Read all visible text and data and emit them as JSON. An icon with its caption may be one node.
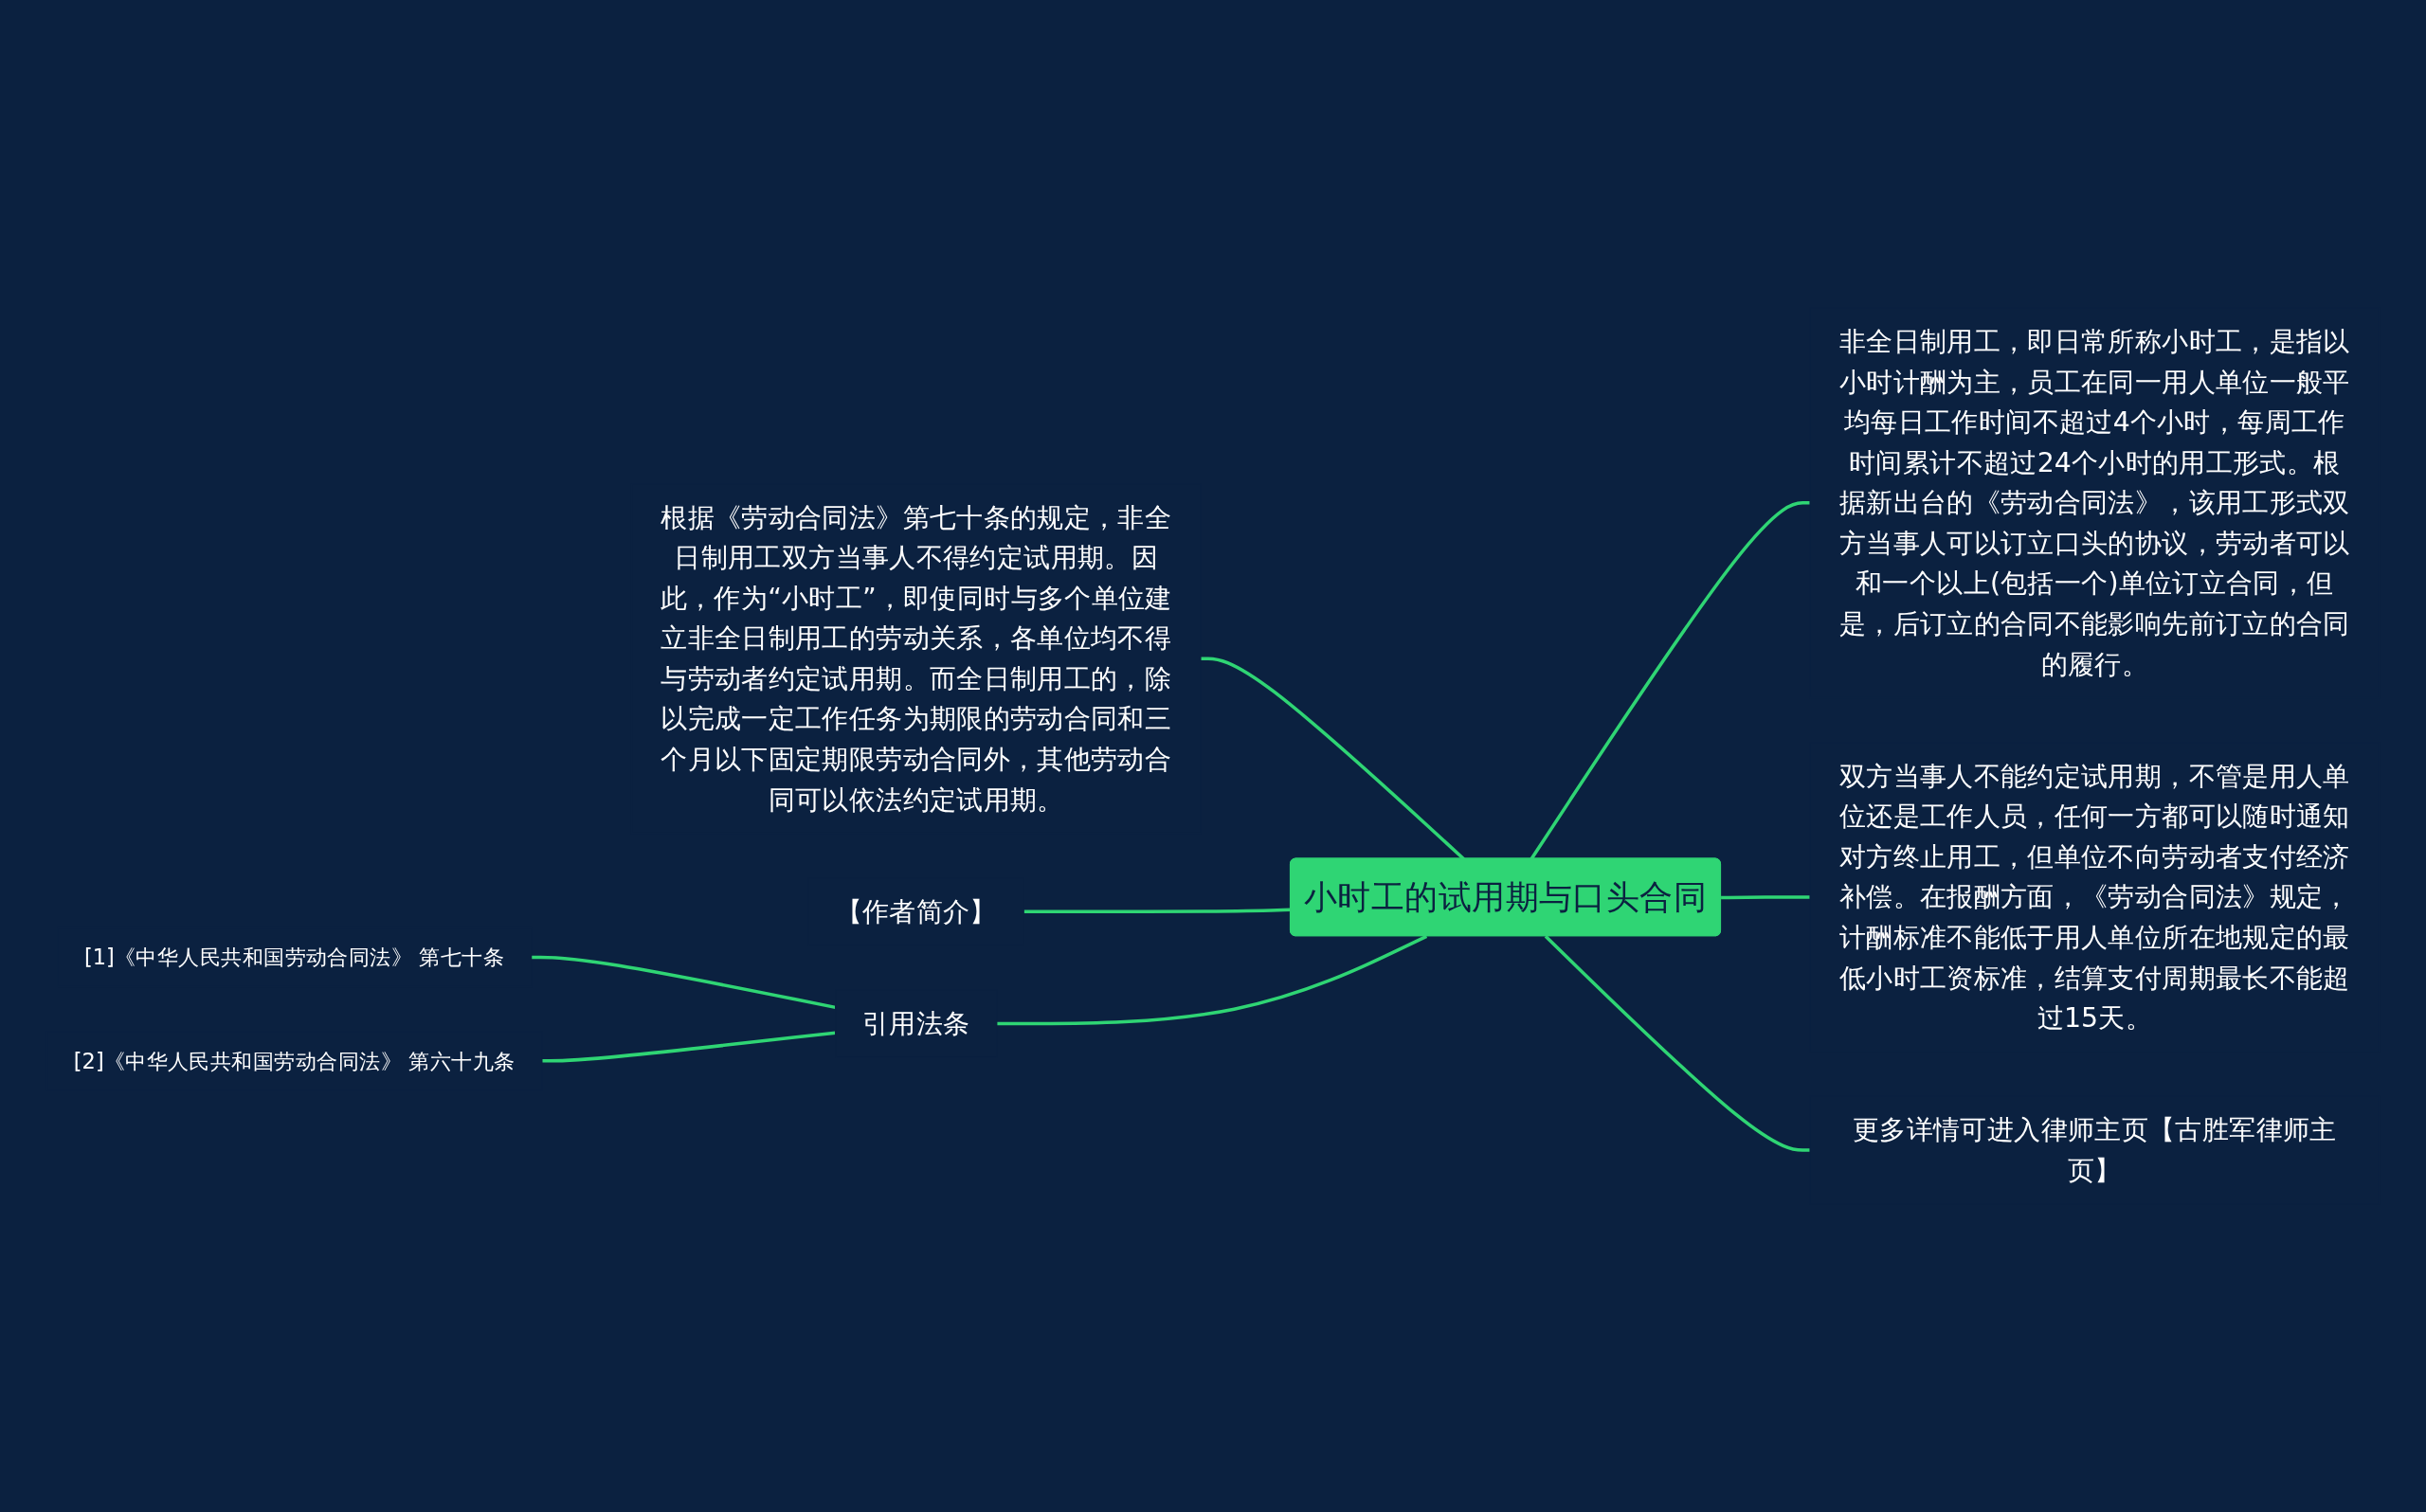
{
  "diagram": {
    "nodes": [
      {
        "text": [
          "小时工的试用期与口头合同"
        ]
      },
      {
        "text": [
          "根据《劳动合同法》第七十条的规定，非全日制用工双方当事人不得约定试用期。因此，作为“小时工”，即使同时与多个单位建立非全日制用工的劳动关系，各单位均不得与劳动者约定试用期。而全日制用工的，除以完成一定工作任务为期限的劳动合同和三个月以下固定期限劳动合同外，其他劳动合同可以依法约定试用期。"
        ]
      },
      {
        "text": [
          "【作者简介】"
        ]
      },
      {
        "text": [
          "引用法条"
        ]
      },
      {
        "text": [
          "[1]《中华人民共和国劳动合同法》 第七十条"
        ]
      },
      {
        "text": [
          "[2]《中华人民共和国劳动合同法》 第六十九条"
        ]
      },
      {
        "text": [
          "非全日制用工，即日常所称小时工，是指以小时计酬为主，员工在同一用人单位一般平均每日工作时间不超过4个小时，每周工作时间累计不超过24个小时的用工形式。根据新出台的《劳动合同法》，该用工形式双方当事人可以订立口头的协议，劳动者可以和一个以上(包括一个)单位订立合同，但是，后订立的合同不能影响先前订立的合同的履行。"
        ]
      },
      {
        "text": [
          "双方当事人不能约定试用期，不管是用人单位还是工作人员，任何一方都可以随时通知对方终止用工，但单位不向劳动者支付经济补偿。在报酬方面，《劳动合同法》规定，计酬标准不能低于用人单位所在地规定的最低小时工资标准，结算支付周期最长不能超过15天。"
        ]
      },
      {
        "text": [
          "更多详情可进入律师主页【古胜军律师主页】"
        ]
      }
    ],
    "edges": [
      {
        "from": 1,
        "to": 0,
        "arrow": "none"
      },
      {
        "from": 2,
        "to": 0,
        "arrow": "none"
      },
      {
        "from": 3,
        "to": 0,
        "arrow": "none"
      },
      {
        "from": 4,
        "to": 3,
        "arrow": "none"
      },
      {
        "from": 5,
        "to": 3,
        "arrow": "none"
      },
      {
        "from": 0,
        "to": 6,
        "arrow": "none"
      },
      {
        "from": 0,
        "to": 7,
        "arrow": "none"
      },
      {
        "from": 0,
        "to": 8,
        "arrow": "none"
      }
    ]
  }
}
